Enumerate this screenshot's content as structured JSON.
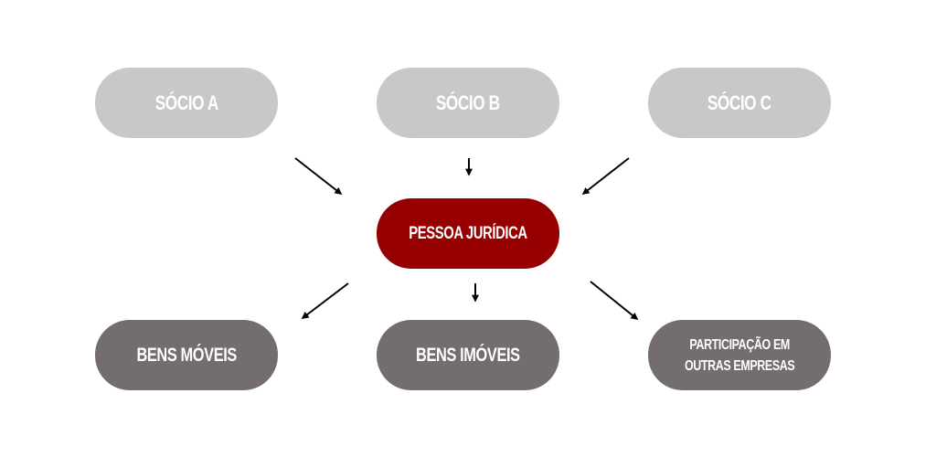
{
  "diagram": {
    "partners": [
      {
        "id": "socio-a",
        "label": "SÓCIO A"
      },
      {
        "id": "socio-b",
        "label": "SÓCIO B"
      },
      {
        "id": "socio-c",
        "label": "SÓCIO C"
      }
    ],
    "entity": {
      "id": "pessoa-juridica",
      "label": "PESSOA JURÍDICA"
    },
    "assets": [
      {
        "id": "bens-moveis",
        "label": "BENS MÓVEIS"
      },
      {
        "id": "bens-imoveis",
        "label": "BENS IMÓVEIS"
      },
      {
        "id": "participacao",
        "label": "PARTICIPAÇÃO EM\nOUTRAS EMPRESAS"
      }
    ],
    "edges": [
      {
        "from": "socio-a",
        "to": "pessoa-juridica"
      },
      {
        "from": "socio-b",
        "to": "pessoa-juridica"
      },
      {
        "from": "socio-c",
        "to": "pessoa-juridica"
      },
      {
        "from": "pessoa-juridica",
        "to": "bens-moveis"
      },
      {
        "from": "pessoa-juridica",
        "to": "bens-imoveis"
      },
      {
        "from": "pessoa-juridica",
        "to": "participacao"
      }
    ],
    "colors": {
      "partner": "#c8c8c8",
      "entity": "#960000",
      "asset": "#736c70",
      "arrow": "#000000"
    }
  }
}
